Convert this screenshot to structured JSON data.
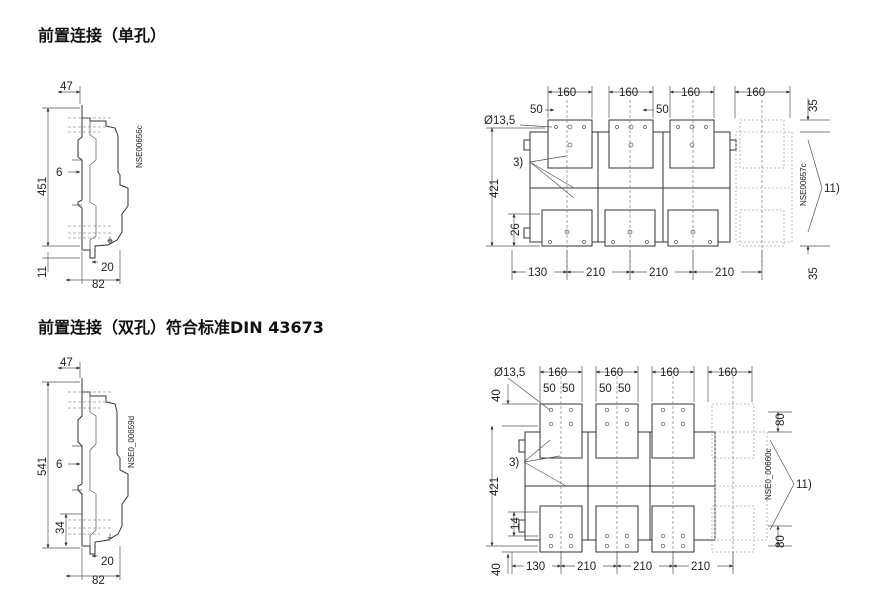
{
  "sections": [
    {
      "title": "前置连接（单孔）",
      "side": {
        "dims": {
          "top": "47",
          "height": "451",
          "mid": "6",
          "bottom": "11",
          "thick": "20",
          "depth": "82"
        },
        "code": "NSE00656c"
      },
      "front": {
        "dims": {
          "hole": "Ø13,5",
          "width": "160",
          "pitch1": "50",
          "pitch2": "50",
          "height": "421",
          "base": "26",
          "left": "130",
          "pole_pitch": "210",
          "top_r": "35",
          "bottom_r": "35",
          "callout_a": "3)",
          "callout_b": "11)"
        },
        "code": "NSE00657c"
      }
    },
    {
      "title": "前置连接（双孔）符合标准DIN 43673",
      "side": {
        "dims": {
          "top": "47",
          "height": "541",
          "mid": "6",
          "low": "34",
          "thick": "20",
          "depth": "82"
        },
        "code": "NSE0_00659d"
      },
      "front": {
        "dims": {
          "hole": "Ø13,5",
          "width": "160",
          "pitch": "50",
          "top_l": "40",
          "height": "421",
          "base": "14",
          "bottom_l": "40",
          "left": "130",
          "pole_pitch": "210",
          "top_r": "80",
          "bottom_r": "80",
          "callout_a": "3)",
          "callout_b": "11)"
        },
        "code": "NSE0_00660c"
      }
    }
  ]
}
